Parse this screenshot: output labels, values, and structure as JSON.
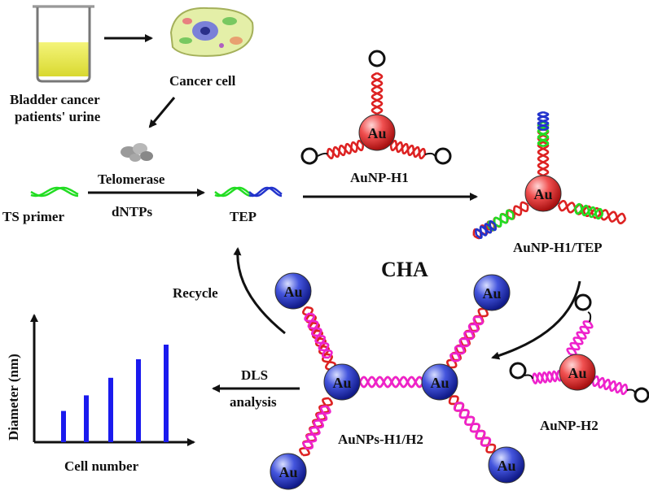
{
  "labels": {
    "urine": [
      "Bladder cancer",
      "patients' urine"
    ],
    "cancer_cell": "Cancer cell",
    "telomerase": "Telomerase",
    "dntps": "dNTPs",
    "ts_primer": "TS primer",
    "tep": "TEP",
    "aunp_h1": "AuNP-H1",
    "aunp_h1_tep": "AuNP-H1/TEP",
    "cha": "CHA",
    "recycle": "Recycle",
    "aunp_h2": "AuNP-H2",
    "aunps_h1_h2": "AuNPs-H1/H2",
    "dls": [
      "DLS",
      "analysis"
    ],
    "diameter": "Diameter (nm)",
    "cell_number": "Cell number",
    "au": "Au"
  },
  "colors": {
    "green_strand": "#22dd22",
    "blue_strand": "#2233cc",
    "red_strand": "#dd2222",
    "magenta_strand": "#ee22cc",
    "gold_red": "#e03030",
    "gold_blue": "#2a3acc",
    "bar": "#1a1aee",
    "urine": "#e6e650"
  },
  "chart_data": {
    "type": "bar",
    "categories": [
      "",
      "",
      "",
      "",
      ""
    ],
    "values": [
      32,
      48,
      66,
      85,
      100
    ],
    "xlabel": "Cell number",
    "ylabel": "Diameter (nm)",
    "ylim": [
      0,
      130
    ]
  }
}
